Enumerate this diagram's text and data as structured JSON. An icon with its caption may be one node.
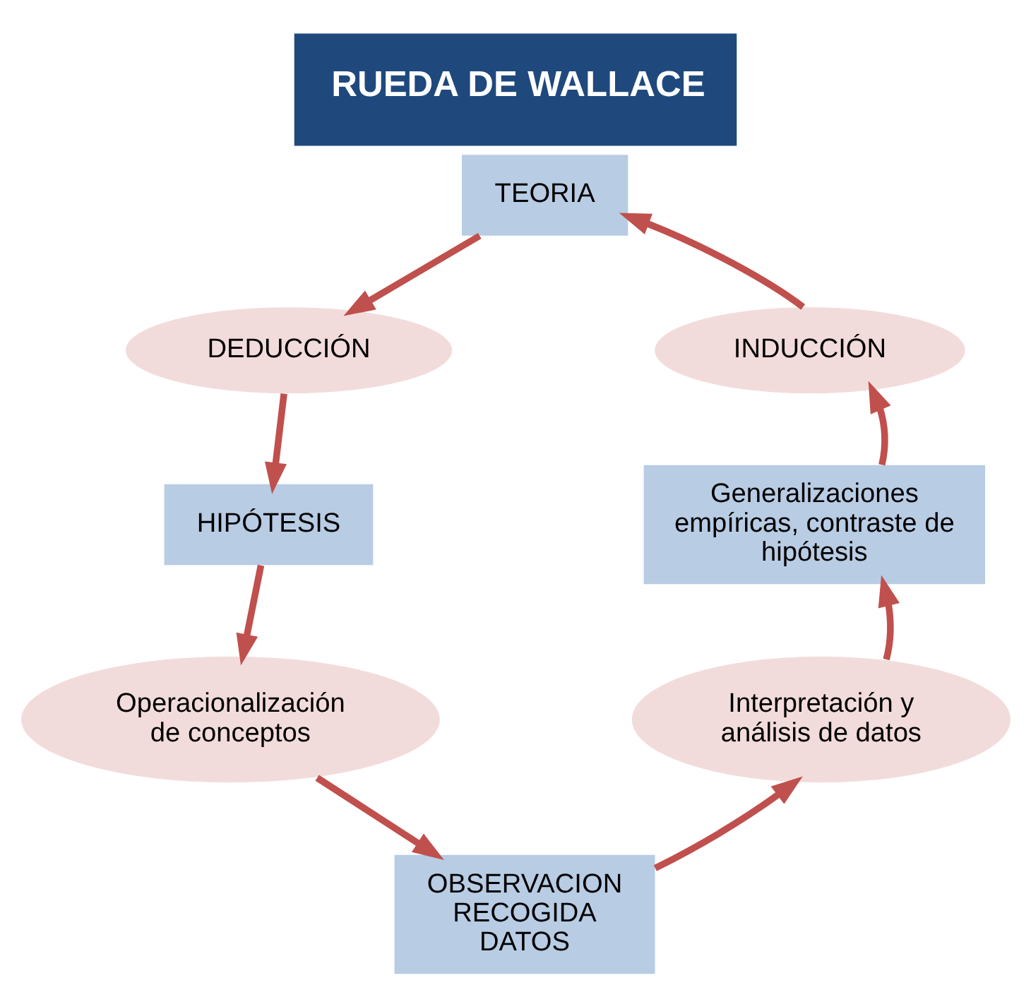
{
  "diagram": {
    "title": "RUEDA DE WALLACE",
    "nodes": [
      {
        "text": [
          "TEORIA"
        ]
      },
      {
        "text": [
          "DEDUCCIÓN"
        ]
      },
      {
        "text": [
          "HIPÓTESIS"
        ]
      },
      {
        "text": [
          "Operacionalización de conceptos"
        ]
      },
      {
        "text": [
          "OBSERVACION RECOGIDA DATOS"
        ]
      },
      {
        "text": [
          "Interpretación y análisis de datos"
        ]
      },
      {
        "text": [
          "Generalizaciones empíricas, contraste de hipótesis"
        ]
      },
      {
        "text": [
          "INDUCCIÓN"
        ]
      }
    ],
    "edges": [
      {
        "from": 0,
        "to": 1,
        "arrow": "to"
      },
      {
        "from": 1,
        "to": 2,
        "arrow": "to"
      },
      {
        "from": 2,
        "to": 3,
        "arrow": "to"
      },
      {
        "from": 3,
        "to": 4,
        "arrow": "to"
      },
      {
        "from": 4,
        "to": 5,
        "arrow": "to"
      },
      {
        "from": 5,
        "to": 6,
        "arrow": "to"
      },
      {
        "from": 6,
        "to": 7,
        "arrow": "to"
      },
      {
        "from": 7,
        "to": 0,
        "arrow": "to"
      }
    ]
  }
}
